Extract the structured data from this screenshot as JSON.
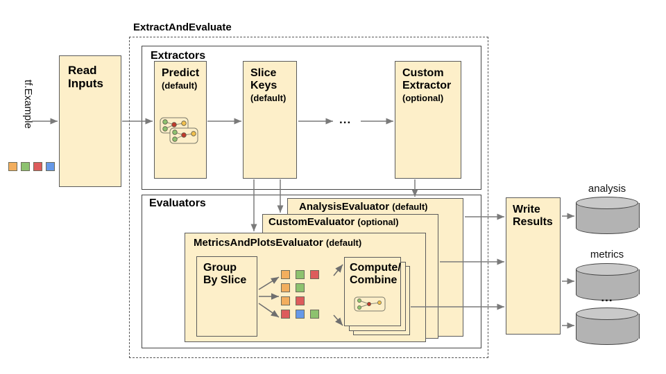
{
  "diagram": {
    "title": "ExtractAndEvaluate",
    "input_label": "tf.Example",
    "ellipsis": "...",
    "colors": {
      "box_fill": "#FDEFC9",
      "box_stroke": "#5a5a5a",
      "cylinder_fill": "#b3b3b3",
      "orange": "#F2AE5E",
      "green": "#8DC26F",
      "red": "#DD5C5C",
      "blue": "#6699E8"
    }
  },
  "nodes": {
    "read_inputs": {
      "line1": "Read",
      "line2": "Inputs"
    },
    "extractors_group": {
      "title": "Extractors"
    },
    "predict": {
      "title": "Predict",
      "sub": "(default)"
    },
    "slice_keys": {
      "line1": "Slice",
      "line2": "Keys",
      "sub": "(default)"
    },
    "custom_extractor": {
      "line1": "Custom",
      "line2": "Extractor",
      "sub": "(optional)"
    },
    "evaluators_group": {
      "title": "Evaluators"
    },
    "analysis_evaluator": {
      "title": "AnalysisEvaluator",
      "sub": "(default)"
    },
    "custom_evaluator": {
      "title": "CustomEvaluator",
      "sub": "(optional)"
    },
    "metrics_and_plots_evaluator": {
      "title": "MetricsAndPlotsEvaluator",
      "sub": "(default)"
    },
    "group_by_slice": {
      "line1": "Group",
      "line2": "By Slice"
    },
    "compute_combine": {
      "line1": "Compute/",
      "line2": "Combine"
    },
    "write_results": {
      "line1": "Write",
      "line2": "Results"
    }
  },
  "outputs": [
    {
      "label": "analysis"
    },
    {
      "label": "metrics"
    },
    {
      "label": "..."
    }
  ],
  "input_swatches": [
    "#F2AE5E",
    "#8DC26F",
    "#DD5C5C",
    "#6699E8"
  ],
  "slice_grid": [
    [
      "#F2AE5E",
      "#8DC26F",
      "#DD5C5C"
    ],
    [
      "#F2AE5E",
      "#8DC26F"
    ],
    [
      "#F2AE5E",
      "#DD5C5C"
    ],
    [
      "#DD5C5C",
      "#6699E8",
      "#8DC26F"
    ]
  ]
}
